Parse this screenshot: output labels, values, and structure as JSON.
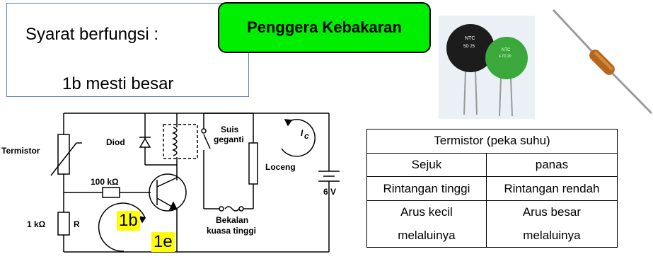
{
  "condition": {
    "title": "Syarat berfungsi :",
    "value": "1b mesti besar"
  },
  "heading": "Penggera Kebakaran",
  "photos": {
    "ntc_labels": [
      "NTC",
      "5D 25",
      "NTC",
      "4.7D 20"
    ]
  },
  "circuit": {
    "labels": {
      "thermistor": "Termistor",
      "diode": "Diod",
      "switch_line1": "Suis",
      "switch_line2": "geganti",
      "current": "I",
      "current_sub": "c",
      "bell": "Loceng",
      "resistor_100k": "100 kΩ",
      "battery": "6 V",
      "resistor_1k": "1 kΩ",
      "resistor_r": "R",
      "supply_line1": "Bekalan",
      "supply_line2": "kuasa tinggi"
    },
    "tags": {
      "base_current": "1b",
      "emitter_current": "1e"
    }
  },
  "table": {
    "title": "Termistor (peka suhu)",
    "headers": [
      "Sejuk",
      "panas"
    ],
    "rows": [
      [
        "Rintangan tinggi",
        "Rintangan rendah"
      ],
      [
        "Arus kecil",
        "Arus besar"
      ],
      [
        "melaluinya",
        "melaluinya"
      ]
    ]
  }
}
